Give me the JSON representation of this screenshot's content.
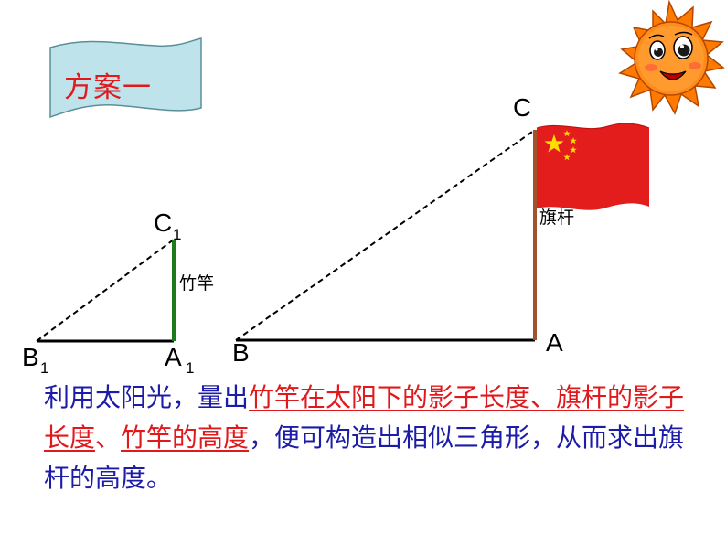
{
  "banner": {
    "text": "方案一"
  },
  "small_triangle": {
    "label_C1": "C",
    "label_C1_sub": "1",
    "label_A1": "A",
    "label_A1_sub": "1",
    "label_B1": "B",
    "label_B1_sub": "1",
    "object_label": "竹竿"
  },
  "large_triangle": {
    "label_C": "C",
    "label_A": "A",
    "label_B": "B",
    "object_label": "旗杆"
  },
  "description": {
    "part1": "利用太阳光，量出",
    "part2": "竹竿在太阳下的影子长度、",
    "part3": "旗杆的影子长度",
    "part4": "、",
    "part5": "竹竿的高度",
    "part6": "，便可构造出相似三角形，从而求出旗杆的高度。"
  },
  "colors": {
    "banner_fill": "#bfe3ea",
    "banner_text": "#e0191c",
    "pole_small": "#1f7a1f",
    "pole_large": "#a0522d",
    "flag": "#e31c1c",
    "star": "#ffde00",
    "sun": "#ff7a00",
    "description_text": "#1c1ca8",
    "highlight_text": "#e0191c"
  },
  "icons": [
    "sun-icon",
    "flag-icon",
    "banner-shape"
  ]
}
